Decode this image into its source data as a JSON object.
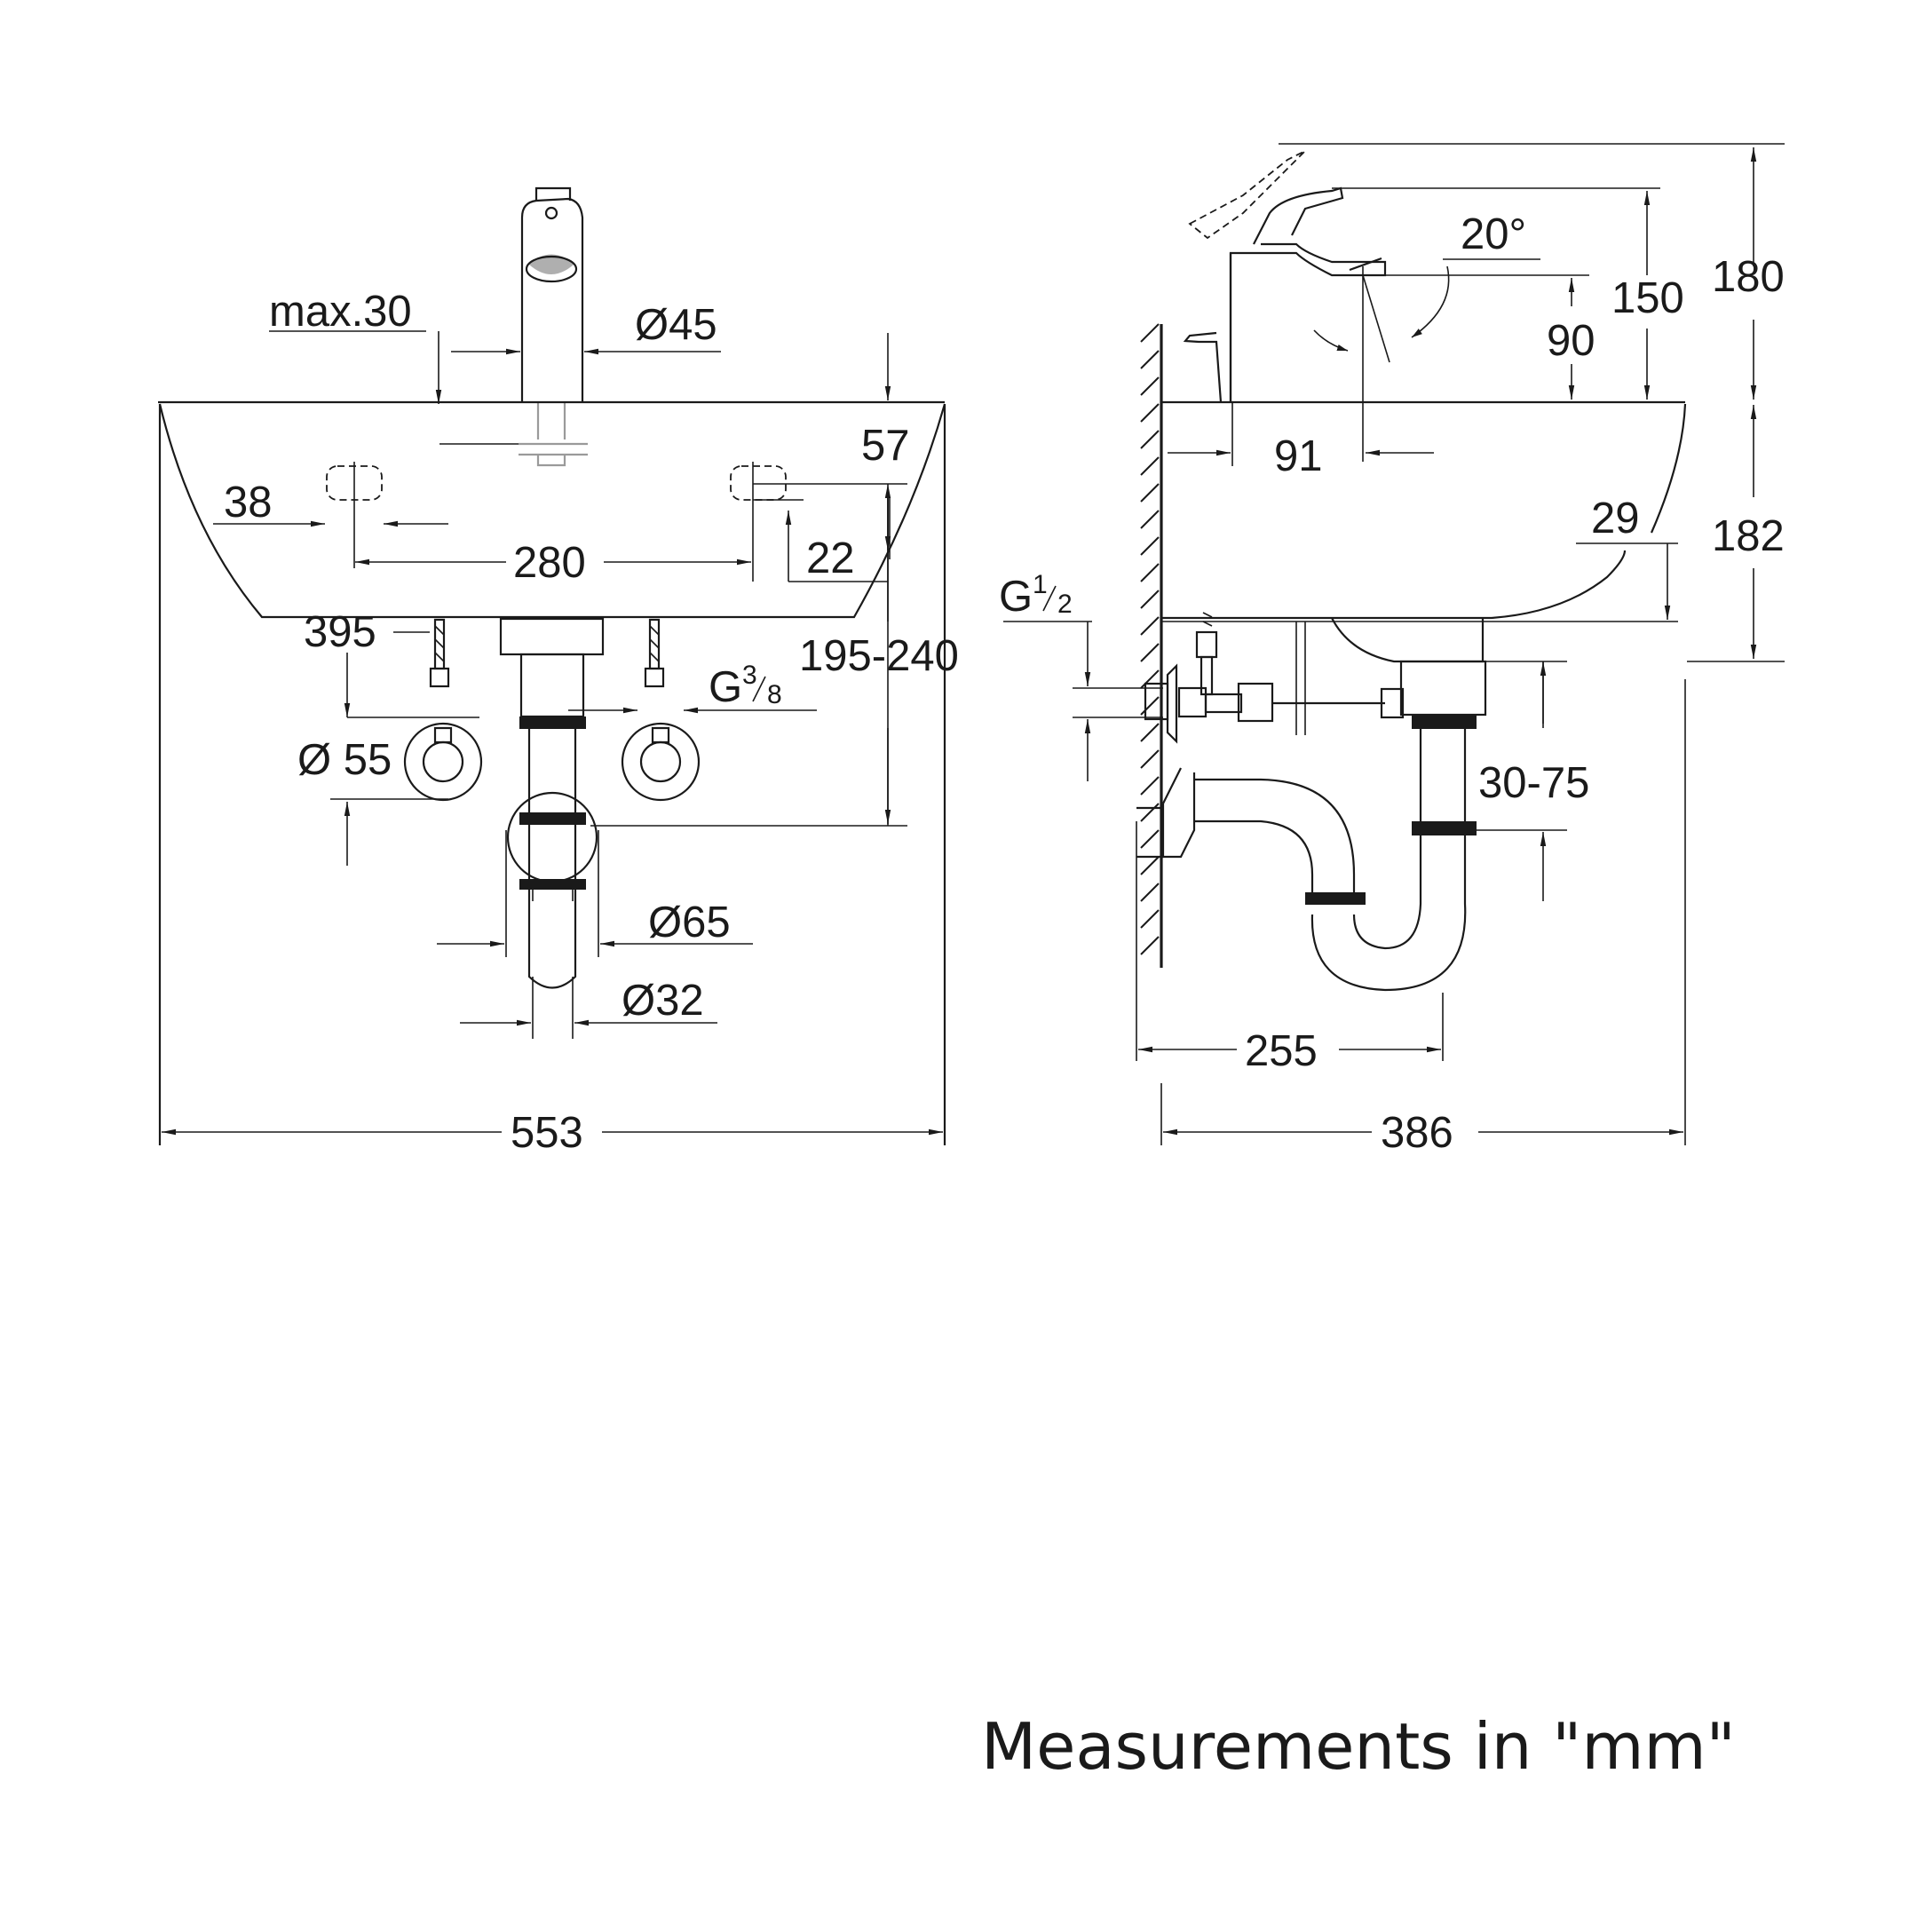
{
  "front_view": {
    "max_30": "max.30",
    "dia_45": "Ø45",
    "dim_57": "57",
    "dim_38": "38",
    "dim_280": "280",
    "dim_22": "22",
    "dim_395": "395",
    "dim_195_240": "195-240",
    "g38": {
      "main": "G",
      "num": "3",
      "den": "8"
    },
    "dia_55": "Ø 55",
    "dia_65": "Ø65",
    "dia_32": "Ø32",
    "dim_553": "553"
  },
  "side_view": {
    "angle_20": "20°",
    "dim_180": "180",
    "dim_150": "150",
    "dim_90": "90",
    "dim_91": "91",
    "dim_182": "182",
    "dim_29": "29",
    "g12": {
      "main": "G",
      "num": "1",
      "den": "2"
    },
    "dim_30_75": "30-75",
    "dim_255": "255",
    "dim_386": "386"
  },
  "footer": {
    "note": "Measurements in \"mm\""
  }
}
